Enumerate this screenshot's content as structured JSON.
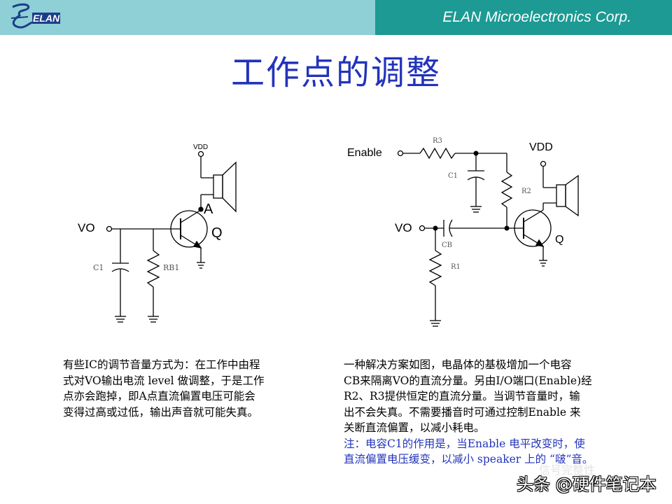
{
  "header": {
    "company": "ELAN Microelectronics Corp.",
    "logo_text": "ELAN",
    "accent_light": "#8fcfd6",
    "accent_dark": "#1c9a93"
  },
  "title": "工作点的调整",
  "left_circuit": {
    "vdd": "VDD",
    "node_a": "A",
    "vo": "VO",
    "transistor": "Q",
    "cap": "C1",
    "resistor": "RB1"
  },
  "right_circuit": {
    "enable": "Enable",
    "r3": "R3",
    "c1": "C1",
    "r2": "R2",
    "vdd": "VDD",
    "vo": "VO",
    "cb": "CB",
    "r1": "R1",
    "transistor": "Q"
  },
  "left_text": [
    "有些IC的调节音量方式为：在工作中由程",
    "式对VO输出电流 level 做调整，于是工作",
    "点亦会跑掉，即A点直流偏置电压可能会",
    "变得过高或过低，输出声音就可能失真。"
  ],
  "right_text": [
    "一种解决方案如图，电晶体的基极增加一个电容",
    "CB来隔离VO的直流分量。另由I/O端口(Enable)经",
    "R2、R3提供恒定的直流分量。当调节音量时，输",
    "出不会失真。不需要播音时可通过控制Enable 来",
    "关断直流偏置，以减小耗电。"
  ],
  "note_text": [
    "注：电容C1的作用是，当Enable 电平改变时，使",
    "直流偏置电压缓变，以减小 speaker 上的 “啵”音。"
  ],
  "watermark": {
    "main": "头条 @硬件笔记本",
    "sub": "信号完整性"
  }
}
